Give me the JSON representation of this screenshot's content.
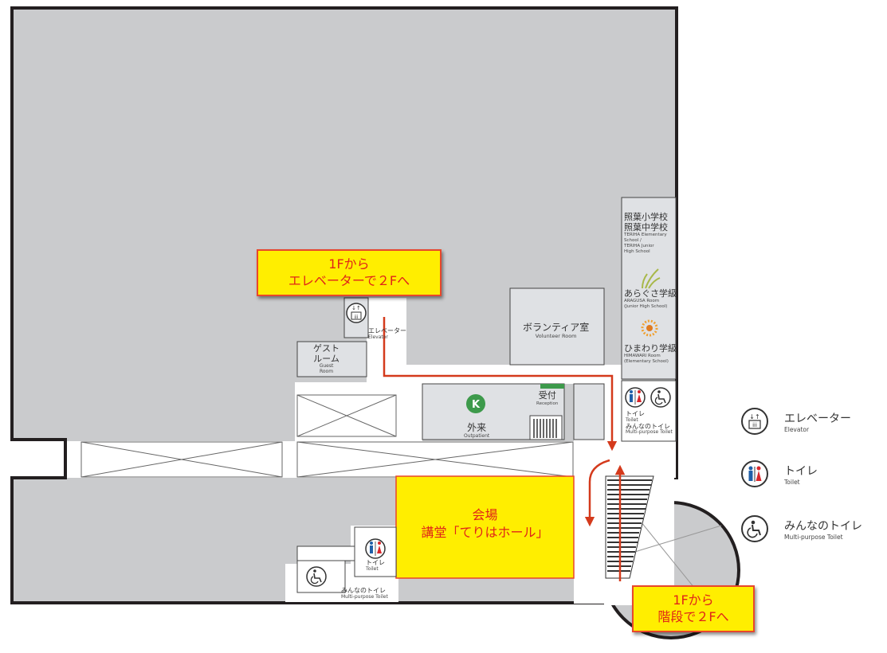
{
  "callouts": {
    "elevator_route": {
      "line1": "1Fから",
      "line2": "エレベーターで２Fへ"
    },
    "stairs_route": {
      "line1": "1Fから",
      "line2": "階段で２Fへ"
    },
    "venue": {
      "line1": "会場",
      "line2": "講堂「てりはホール」"
    }
  },
  "rooms": {
    "elevator": {
      "jp": "エレベーター",
      "en": "Elevator"
    },
    "guest_room": {
      "jp1": "ゲスト",
      "jp2": "ルーム",
      "en1": "Guest",
      "en2": "Room"
    },
    "volunteer_room": {
      "jp": "ボランティア室",
      "en": "Volunteer Room"
    },
    "outpatient": {
      "marker": "K",
      "jp": "外来",
      "en": "Outpatient"
    },
    "reception": {
      "jp": "受付",
      "en": "Reception"
    },
    "school": {
      "jp1": "照葉小学校",
      "jp2": "照葉中学校",
      "en1": "TERIHA Elementary",
      "en2": "School /",
      "en3": "TERIHA Junior",
      "en4": "High School"
    },
    "aragusa": {
      "jp": "あらぐさ学級",
      "en1": "ARAGUSA Room",
      "en2": "(Junior High School)"
    },
    "himawari": {
      "jp": "ひまわり学級",
      "en1": "HIMAWARI Room",
      "en2": "(Elementary School)"
    },
    "toilet_right": {
      "jp1": "トイレ",
      "en1": "Toilet",
      "jp2": "みんなのトイレ",
      "en2": "Multi-purpose Toilet"
    },
    "toilet_bottom": {
      "jp": "トイレ",
      "en": "Toilet"
    },
    "mp_toilet_bottom": {
      "jp": "みんなのトイレ",
      "en": "Multi-purpose Toilet"
    }
  },
  "legend": [
    {
      "icon": "elevator-icon",
      "jp": "エレベーター",
      "en": "Elevator"
    },
    {
      "icon": "toilet-icon",
      "jp": "トイレ",
      "en": "Toilet"
    },
    {
      "icon": "wheelchair-icon",
      "jp": "みんなのトイレ",
      "en": "Multi-purpose Toilet"
    }
  ],
  "colors": {
    "building": "#cacbcd",
    "corridor": "#ffffff",
    "room": "#dfe1e4",
    "wall": "#231f20",
    "callout_bg": "#ffee00",
    "callout_text": "#e02418",
    "route_arrow": "#d43a1c",
    "outpatient_marker": "#3d9a4b",
    "male_toilet": "#1f5fa8",
    "female_toilet": "#d9262b"
  }
}
